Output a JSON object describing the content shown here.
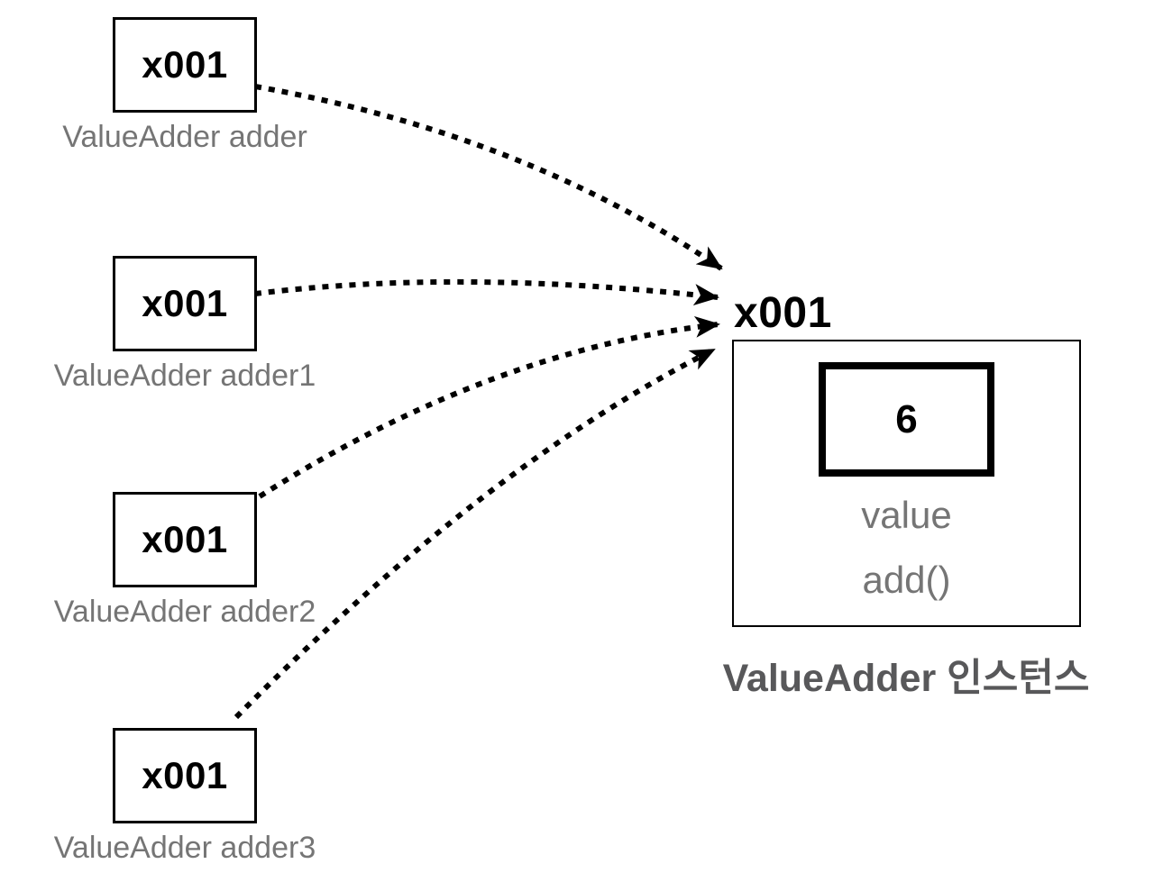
{
  "diagram": {
    "references": [
      {
        "id": "x001",
        "label": "ValueAdder adder"
      },
      {
        "id": "x001",
        "label": "ValueAdder adder1"
      },
      {
        "id": "x001",
        "label": "ValueAdder adder2"
      },
      {
        "id": "x001",
        "label": "ValueAdder adder3"
      }
    ],
    "instance": {
      "id": "x001",
      "value": "6",
      "members": [
        "value",
        "add()"
      ],
      "caption": "ValueAdder 인스턴스"
    },
    "colors": {
      "line": "#000000",
      "label_gray": "#757575",
      "caption_gray": "#58585a",
      "background": "#ffffff"
    }
  }
}
